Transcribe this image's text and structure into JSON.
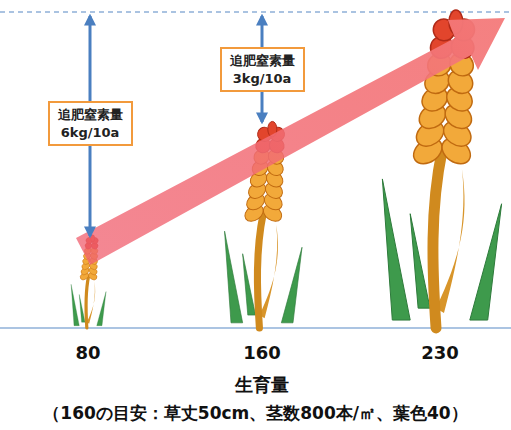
{
  "diagram": {
    "caption": "（160の目安：草丈50cm、茎数800本/㎡、葉色40）",
    "nodes": [
      {
        "text": [
          "追肥窒素量",
          "6kg/10a"
        ]
      },
      {
        "text": [
          "追肥窒素量",
          "3kg/10a"
        ]
      }
    ],
    "labels": [
      "80",
      "160",
      "230",
      "生育量"
    ]
  }
}
